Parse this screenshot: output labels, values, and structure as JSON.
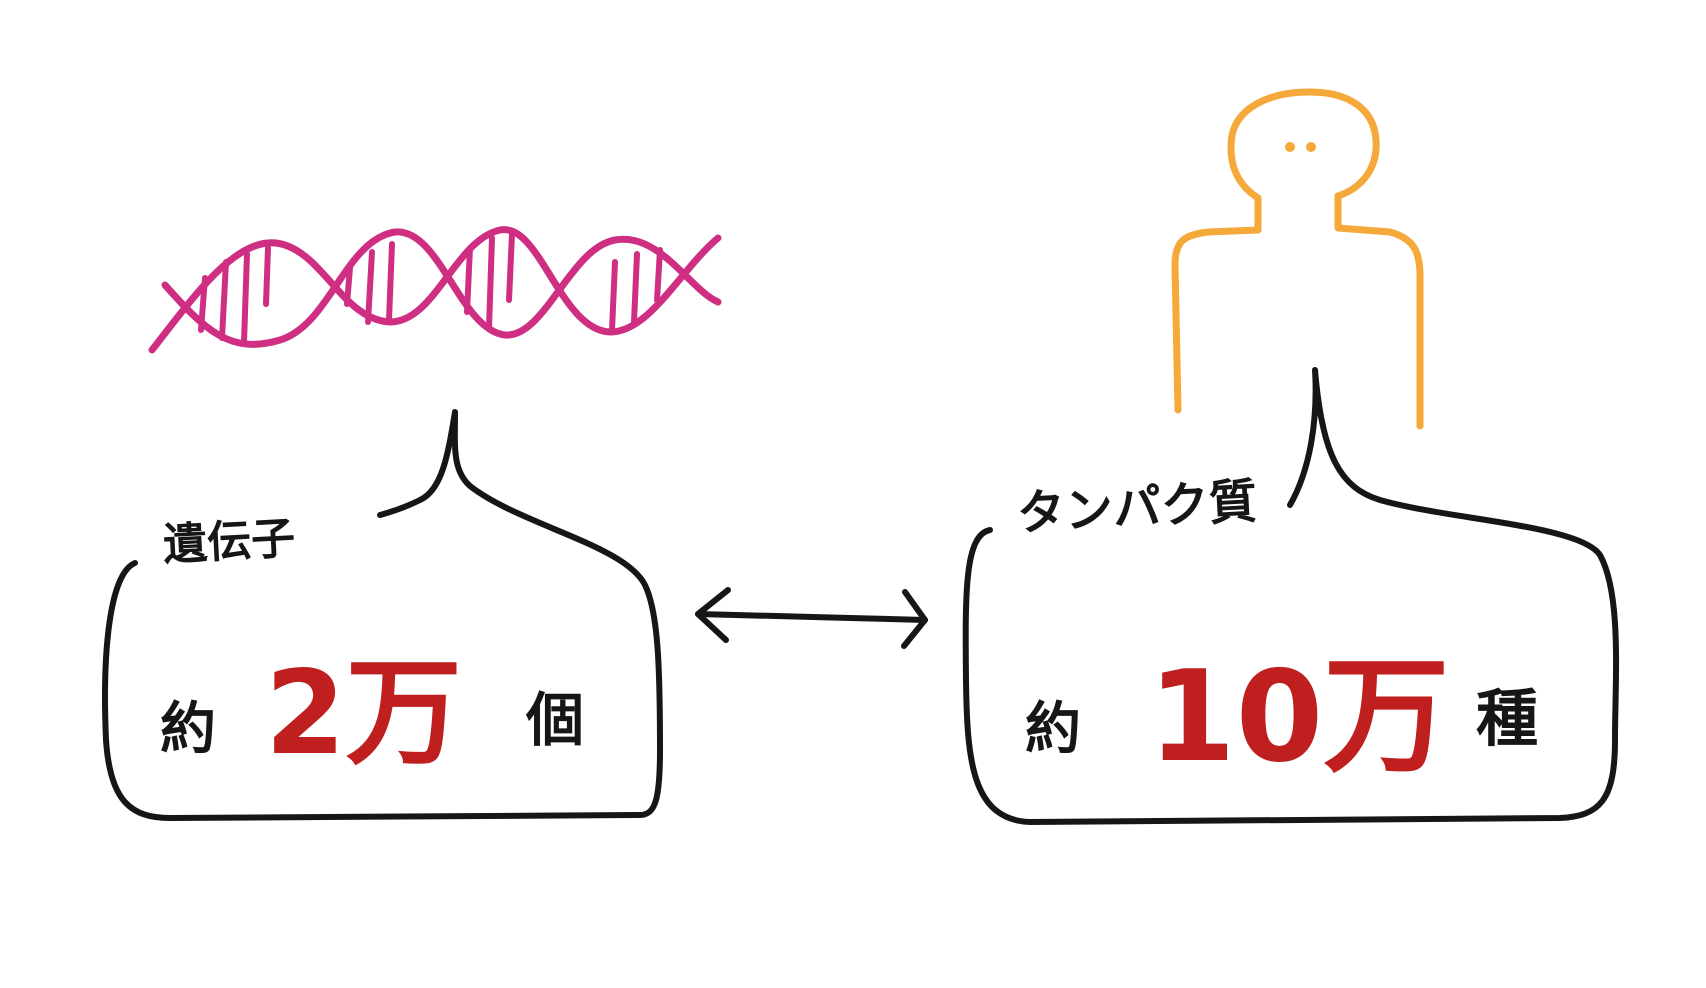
{
  "colors": {
    "ink": "#161616",
    "dna": "#cf2f82",
    "person": "#f5a93a",
    "highlight": "#c01f1f",
    "background": "#ffffff"
  },
  "icons": {
    "left": "dna-double-helix-icon",
    "right": "person-silhouette-icon"
  },
  "left_bubble": {
    "title": "遺伝子",
    "prefix": "約",
    "number": "2万",
    "unit": "個"
  },
  "right_bubble": {
    "title": "タンパク質",
    "prefix": "約",
    "number": "10万",
    "unit": "種"
  }
}
